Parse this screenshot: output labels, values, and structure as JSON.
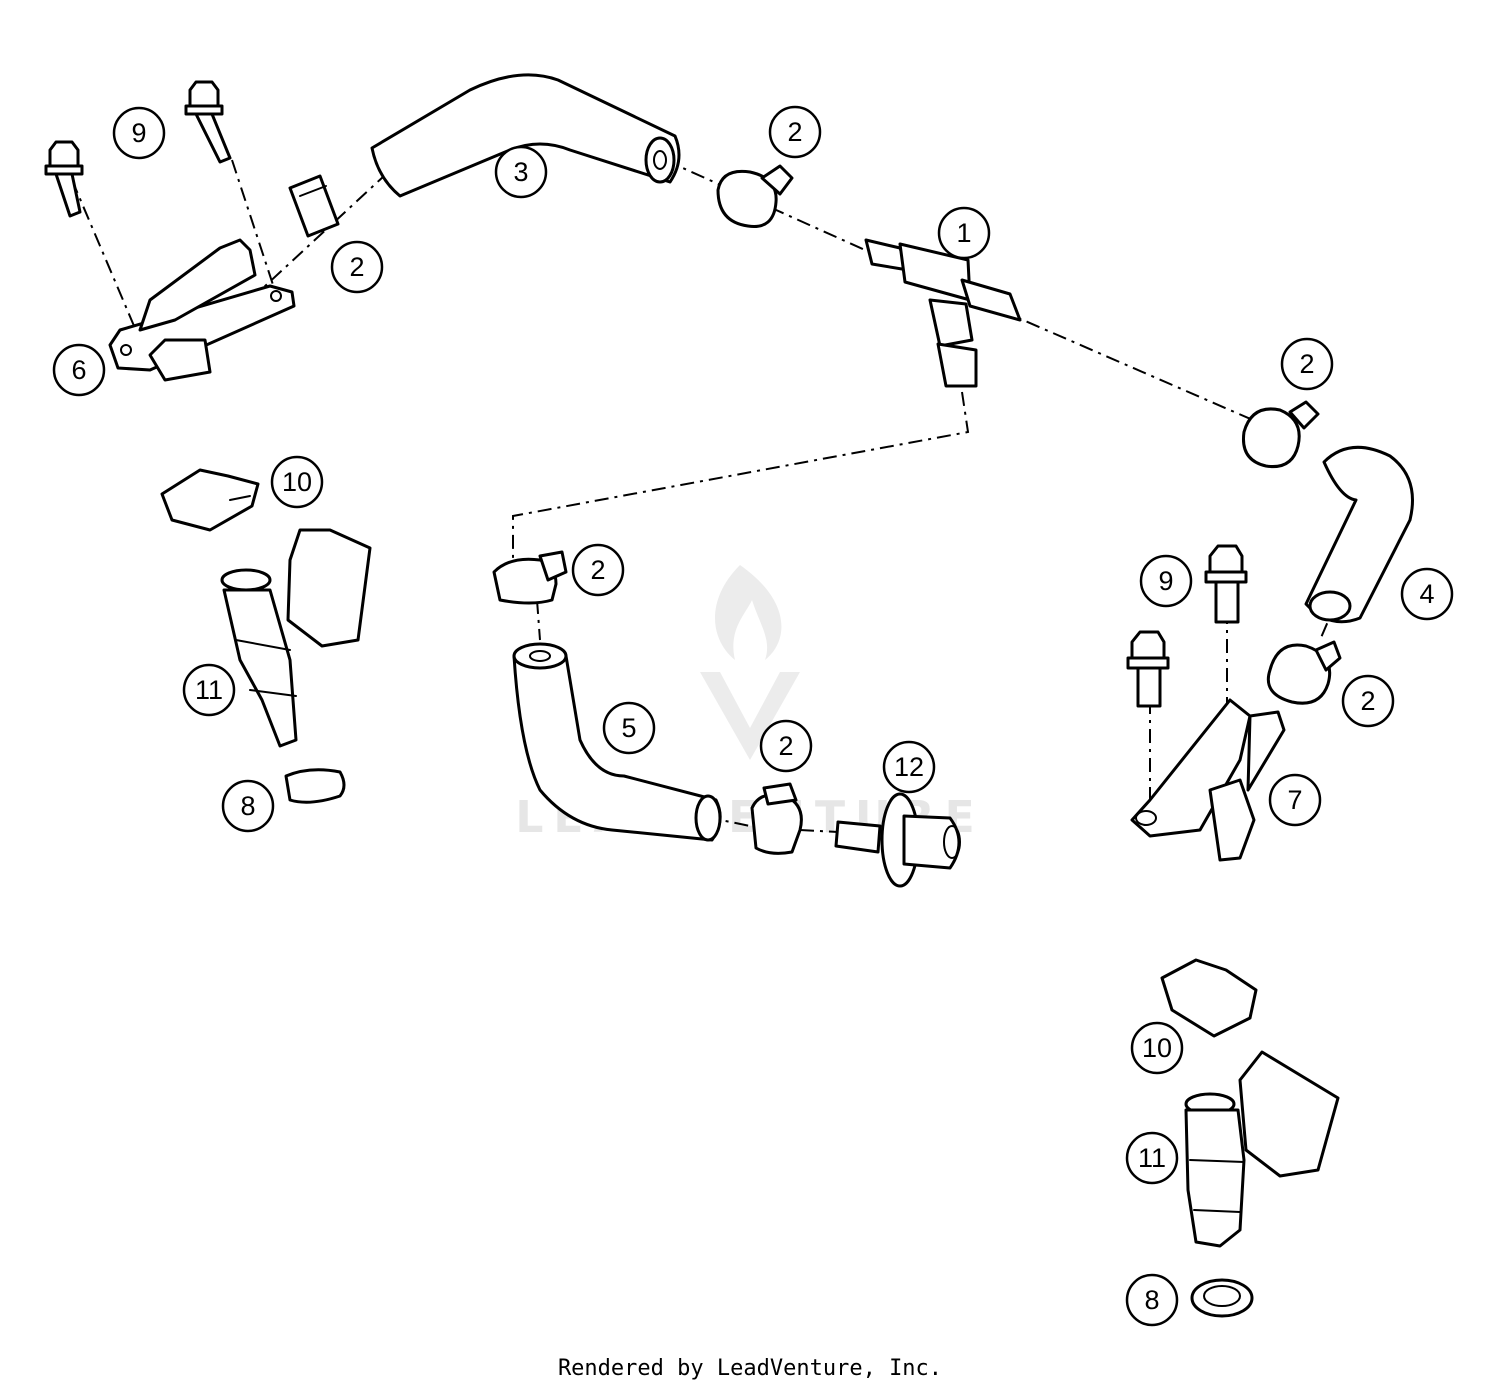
{
  "diagram": {
    "callouts": [
      {
        "label": "9"
      },
      {
        "label": "2"
      },
      {
        "label": "3"
      },
      {
        "label": "2"
      },
      {
        "label": "1"
      },
      {
        "label": "6"
      },
      {
        "label": "2"
      },
      {
        "label": "10"
      },
      {
        "label": "2"
      },
      {
        "label": "9"
      },
      {
        "label": "4"
      },
      {
        "label": "11"
      },
      {
        "label": "5"
      },
      {
        "label": "2"
      },
      {
        "label": "12"
      },
      {
        "label": "2"
      },
      {
        "label": "7"
      },
      {
        "label": "8"
      },
      {
        "label": "10"
      },
      {
        "label": "11"
      },
      {
        "label": "8"
      }
    ],
    "watermark": "LEADVENTURE"
  },
  "footer": {
    "text": "Rendered by LeadVenture, Inc."
  }
}
